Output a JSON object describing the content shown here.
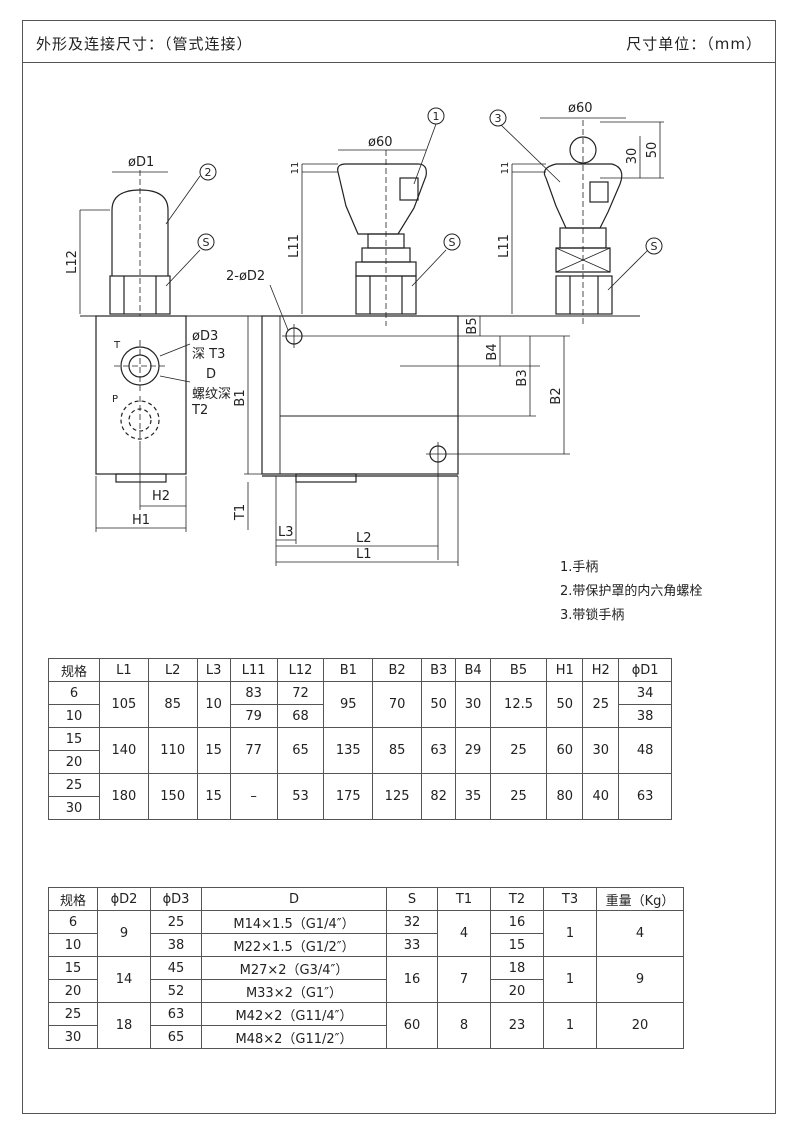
{
  "header": {
    "title": "外形及连接尺寸：（管式连接）",
    "unit": "尺寸单位：（mm）"
  },
  "drawing": {
    "labels": {
      "phi_d1": "øD1",
      "phi_60a": "ø60",
      "phi_60b": "ø60",
      "l12": "L12",
      "l11a": "L11",
      "l11b": "L11",
      "eleven_a": "11",
      "eleven_b": "11",
      "thirty": "30",
      "fifty": "50",
      "two_phi_d2": "2-øD2",
      "phi_d3": "øD3",
      "deep_t3": "深 T3",
      "d": "D",
      "thread_deep": "螺纹深",
      "t2": "T2",
      "t": "T",
      "p": "P",
      "b1": "B1",
      "b2": "B2",
      "b3": "B3",
      "b4": "B4",
      "b5": "B5",
      "h1": "H1",
      "h2": "H2",
      "t1": "T1",
      "l1": "L1",
      "l2": "L2",
      "l3": "L3",
      "callout_1": "1",
      "callout_2": "2",
      "callout_3": "3",
      "callout_s1": "S",
      "callout_s2": "S",
      "callout_s3": "S"
    }
  },
  "notes": [
    "1.手柄",
    "2.带保护罩的内六角螺栓",
    "3.带锁手柄"
  ],
  "table1": {
    "headers": [
      "规格",
      "L1",
      "L2",
      "L3",
      "L11",
      "L12",
      "B1",
      "B2",
      "B3",
      "B4",
      "B5",
      "H1",
      "H2",
      "ϕD1"
    ],
    "groups": [
      {
        "sizes": [
          "6",
          "10"
        ],
        "L1": "105",
        "L2": "85",
        "L3": "10",
        "L11": [
          "83",
          "79"
        ],
        "L12": [
          "72",
          "68"
        ],
        "B1": "95",
        "B2": "70",
        "B3": "50",
        "B4": "30",
        "B5": "12.5",
        "H1": "50",
        "H2": "25",
        "D1": [
          "34",
          "38"
        ]
      },
      {
        "sizes": [
          "15",
          "20"
        ],
        "L1": "140",
        "L2": "110",
        "L3": "15",
        "L11": [
          "77"
        ],
        "L12": [
          "65"
        ],
        "B1": "135",
        "B2": "85",
        "B3": "63",
        "B4": "29",
        "B5": "25",
        "H1": "60",
        "H2": "30",
        "D1": [
          "48"
        ]
      },
      {
        "sizes": [
          "25",
          "30"
        ],
        "L1": "180",
        "L2": "150",
        "L3": "15",
        "L11": [
          "–"
        ],
        "L12": [
          "53"
        ],
        "B1": "175",
        "B2": "125",
        "B3": "82",
        "B4": "35",
        "B5": "25",
        "H1": "80",
        "H2": "40",
        "D1": [
          "63"
        ]
      }
    ]
  },
  "table2": {
    "headers": [
      "规格",
      "ϕD2",
      "ϕD3",
      "D",
      "S",
      "T1",
      "T2",
      "T3",
      "重量（Kg）"
    ],
    "groups": [
      {
        "sizes": [
          "6",
          "10"
        ],
        "D2": "9",
        "D3": [
          "25",
          "38"
        ],
        "D": [
          "M14×1.5（G1/4″）",
          "M22×1.5（G1/2″）"
        ],
        "S": [
          "32",
          "33"
        ],
        "T1": "4",
        "T2": [
          "16",
          "15"
        ],
        "T3": "1",
        "weight": "4"
      },
      {
        "sizes": [
          "15",
          "20"
        ],
        "D2": "14",
        "D3": [
          "45",
          "52"
        ],
        "D": [
          "M27×2（G3/4″）",
          "M33×2（G1″）"
        ],
        "S": [
          "16"
        ],
        "T1": "7",
        "T2": [
          "18",
          "20"
        ],
        "T3": "1",
        "weight": "9"
      },
      {
        "sizes": [
          "25",
          "30"
        ],
        "D2": "18",
        "D3": [
          "63",
          "65"
        ],
        "D": [
          "M42×2（G11/4″）",
          "M48×2（G11/2″）"
        ],
        "S": [
          "60"
        ],
        "T1": "8",
        "T2": [
          "23"
        ],
        "T3": "1",
        "weight": "20"
      }
    ]
  }
}
